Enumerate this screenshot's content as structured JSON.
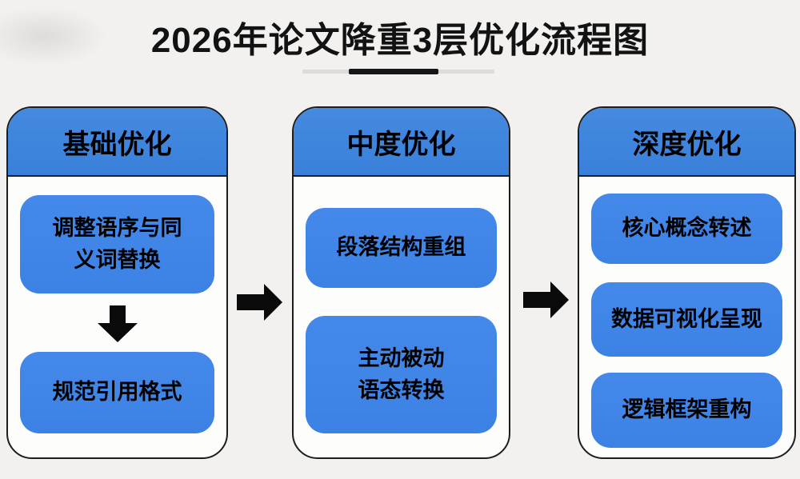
{
  "title": "2026年论文降重3层优化流程图",
  "columns": [
    {
      "header": "基础优化",
      "items": [
        "调整语序与同\n义词替换",
        "规范引用格式"
      ]
    },
    {
      "header": "中度优化",
      "items": [
        "段落结构重组",
        "主动被动\n语态转换"
      ]
    },
    {
      "header": "深度优化",
      "items": [
        "核心概念转述",
        "数据可视化呈现",
        "逻辑框架重构"
      ]
    }
  ],
  "colors": {
    "header_blue": "#3d84de",
    "box_blue": "#3f86e8",
    "arrow_black": "#0a0a0a",
    "background": "#f2f1ef",
    "card_border": "#1d1d1d"
  }
}
